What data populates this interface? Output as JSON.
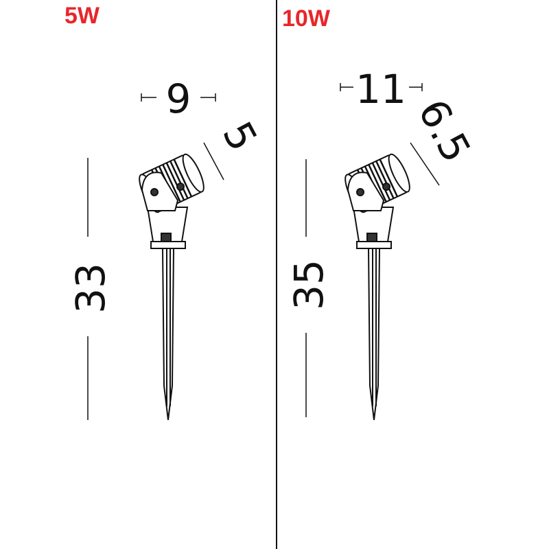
{
  "variants": [
    {
      "label": "5W",
      "width": "9",
      "head_diameter": "5",
      "height": "33"
    },
    {
      "label": "10W",
      "width": "11",
      "head_diameter": "6.5",
      "height": "35"
    }
  ],
  "colors": {
    "label": "#e8262a",
    "line": "#111111"
  }
}
